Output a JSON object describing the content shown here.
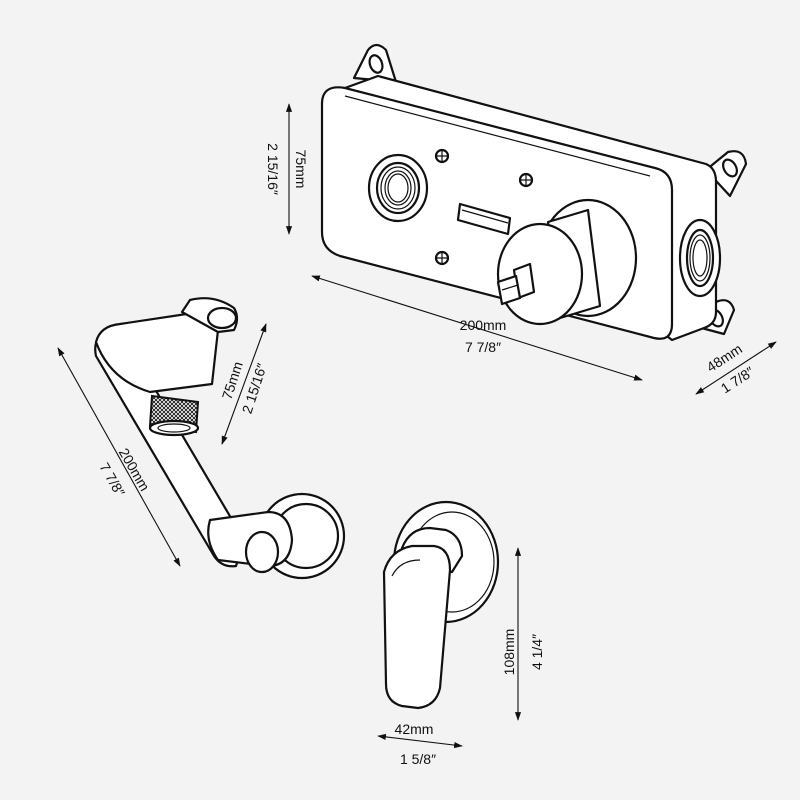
{
  "dimensions": {
    "box_height": {
      "metric": "75mm",
      "imperial": "2 15/16″"
    },
    "box_width": {
      "metric": "200mm",
      "imperial": "7 7/8″"
    },
    "box_depth": {
      "metric": "48mm",
      "imperial": "1 7/8″"
    },
    "spout_height": {
      "metric": "75mm",
      "imperial": "2 15/16″"
    },
    "spout_length": {
      "metric": "200mm",
      "imperial": "7 7/8″"
    },
    "handle_height": {
      "metric": "108mm",
      "imperial": "4 1/4″"
    },
    "handle_width": {
      "metric": "42mm",
      "imperial": "1 5/8″"
    }
  }
}
